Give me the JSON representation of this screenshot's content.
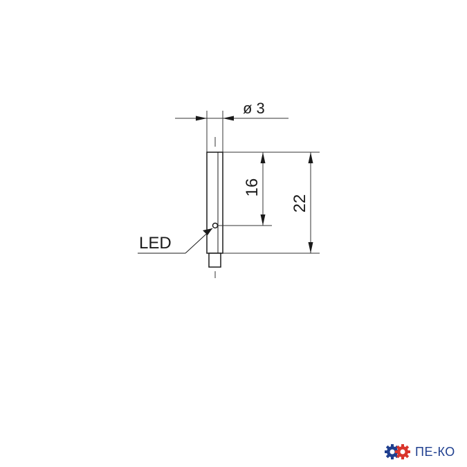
{
  "drawing": {
    "diameter_label": "ø 3",
    "dim_16_label": "16",
    "dim_22_label": "22",
    "led_label": "LED"
  },
  "logo": {
    "text": "ПЕ-КО",
    "colors": {
      "text": "#1f3f8f",
      "gear_left": "#1f3f8f",
      "gear_right": "#d9352b"
    },
    "icon": "gears-icon"
  }
}
